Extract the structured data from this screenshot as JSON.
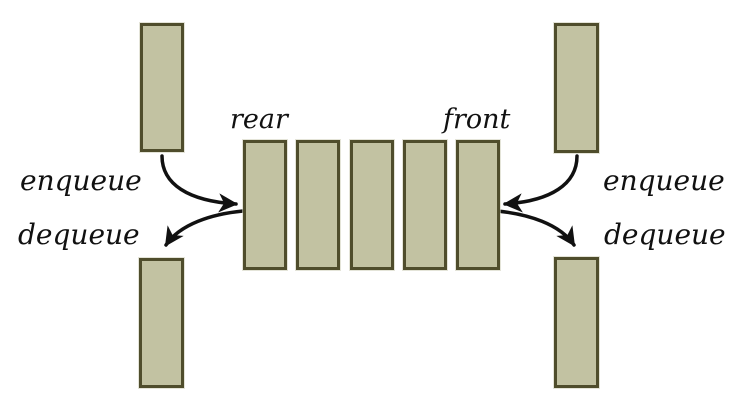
{
  "figure": {
    "type": "deque-diagram",
    "labels": {
      "rear": "rear",
      "front": "front",
      "enqueue_left": "enqueue",
      "dequeue_left": "dequeue",
      "enqueue_right": "enqueue",
      "dequeue_right": "dequeue"
    },
    "queue": {
      "cell_count": 5
    },
    "colors": {
      "background": "#ffffff",
      "block_fill": "#c2c2a2",
      "block_border": "#4f4d2c",
      "ink": "#111111"
    }
  }
}
